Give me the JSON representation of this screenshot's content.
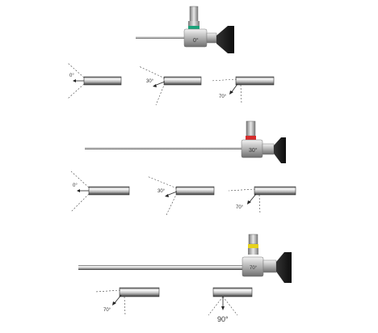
{
  "scope_top": {
    "angle_label": "0°",
    "band_color": "#1aa37a"
  },
  "scope_middle": {
    "angle_label": "30°",
    "band_color": "#d62b2b"
  },
  "scope_bottom": {
    "angle_label": "70°",
    "band_color": "#e6d21c"
  },
  "row1_tips": [
    "0°",
    "30°",
    "70°"
  ],
  "row2_tips": [
    "0°",
    "30°",
    "70°"
  ],
  "row3_tips": [
    "70°",
    "90°"
  ]
}
